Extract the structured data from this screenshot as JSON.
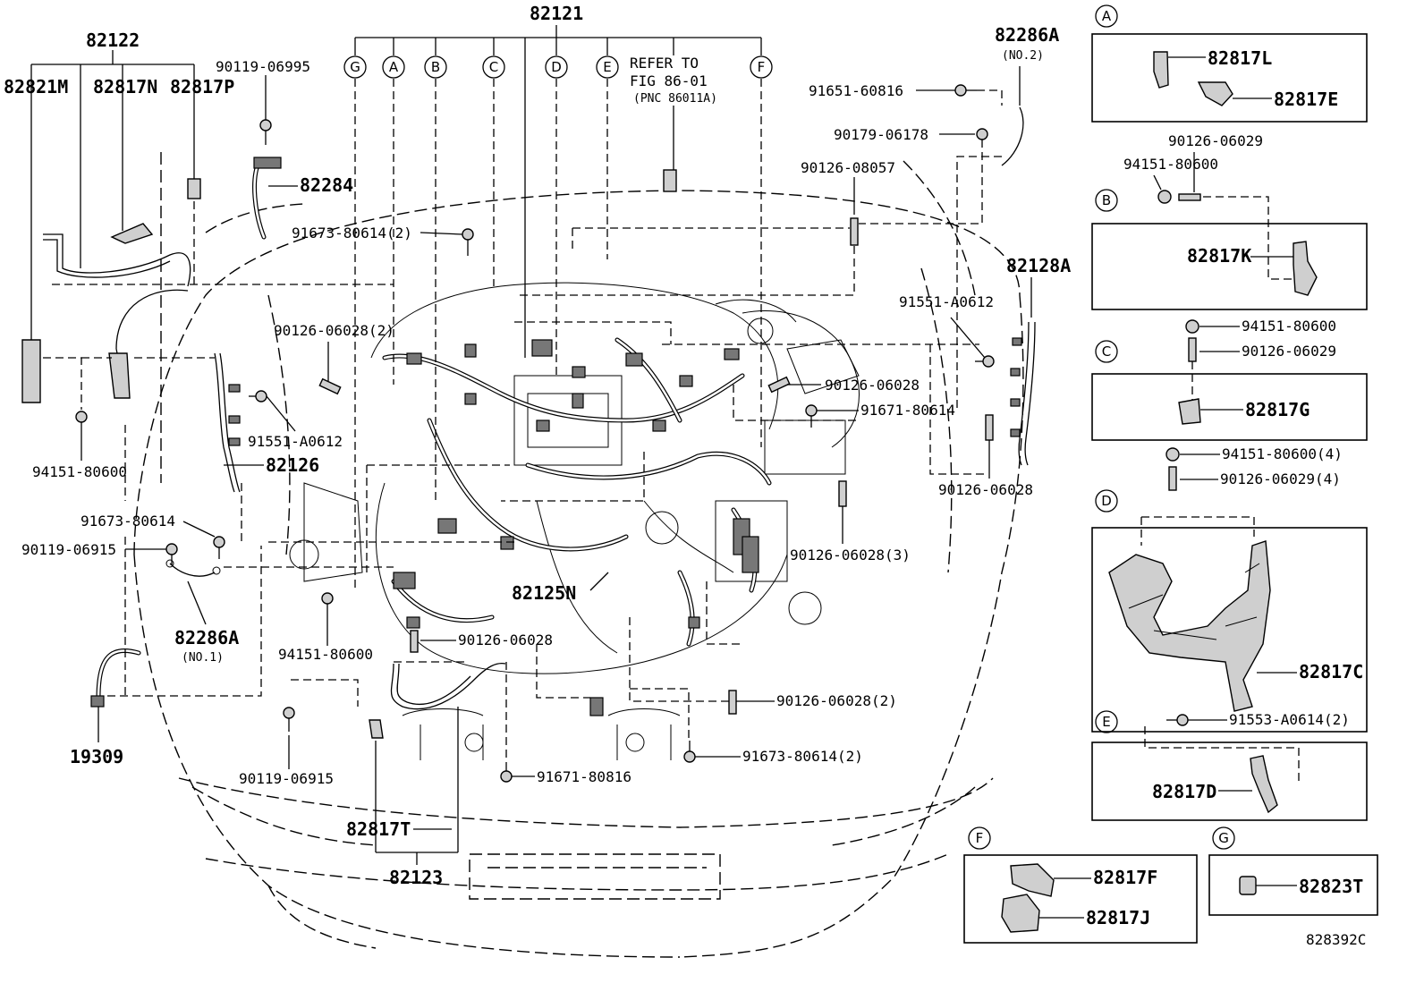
{
  "figure_code": "828392C",
  "main_labels": {
    "p82121": "82121",
    "p82122": "82122",
    "p82821M": "82821M",
    "p82817N": "82817N",
    "p82817P": "82817P",
    "p90119_06995": "90119-06995",
    "p82284": "82284",
    "p91673_80614_2a": "91673-80614(2)",
    "p90126_06028_2a": "90126-06028(2)",
    "p91551_A0612a": "91551-A0612",
    "p82126": "82126",
    "p94151_80600a": "94151-80600",
    "p91673_80614a": "91673-80614",
    "p90119_06915a": "90119-06915",
    "p82286A_1": "82286A",
    "no1": "(NO.1)",
    "p19309": "19309",
    "p94151_80600b": "94151-80600",
    "p90126_06028a": "90126-06028",
    "p82125N": "82125N",
    "p90119_06915b": "90119-06915",
    "p82817T": "82817T",
    "p82123": "82123",
    "p91671_80816": "91671-80816",
    "p91673_80614_2b": "91673-80614(2)",
    "p90126_06028_2b": "90126-06028(2)",
    "p90126_06028_3": "90126-06028(3)",
    "p90126_06028b": "90126-06028",
    "p91671_80614": "91671-80614",
    "p90126_06028c": "90126-06028",
    "p91551_A0612b": "91551-A0612",
    "p82128A": "82128A",
    "p90126_08057": "90126-08057",
    "p90179_06178": "90179-06178",
    "p91651_60816": "91651-60816",
    "p82286A_2": "82286A",
    "no2": "(NO.2)",
    "refer1": "REFER TO",
    "refer2": "FIG 86-01",
    "refer3": "(PNC 86011A)"
  },
  "callouts": [
    "G",
    "A",
    "B",
    "C",
    "D",
    "E",
    "F"
  ],
  "details": {
    "A": {
      "letter": "A",
      "parts": [
        "82817L",
        "82817E"
      ]
    },
    "B": {
      "letter": "B",
      "fasteners": [
        "90126-06029",
        "94151-80600"
      ],
      "parts": [
        "82817K"
      ]
    },
    "C": {
      "letter": "C",
      "fasteners": [
        "94151-80600",
        "90126-06029"
      ],
      "parts": [
        "82817G"
      ]
    },
    "D": {
      "letter": "D",
      "fasteners": [
        "94151-80600(4)",
        "90126-06029(4)"
      ],
      "parts": [
        "82817C"
      ]
    },
    "E": {
      "letter": "E",
      "fasteners": [
        "91553-A0614(2)"
      ],
      "parts": [
        "82817D"
      ]
    },
    "F": {
      "letter": "F",
      "parts": [
        "82817F",
        "82817J"
      ]
    },
    "G": {
      "letter": "G",
      "parts": [
        "82823T"
      ]
    }
  }
}
